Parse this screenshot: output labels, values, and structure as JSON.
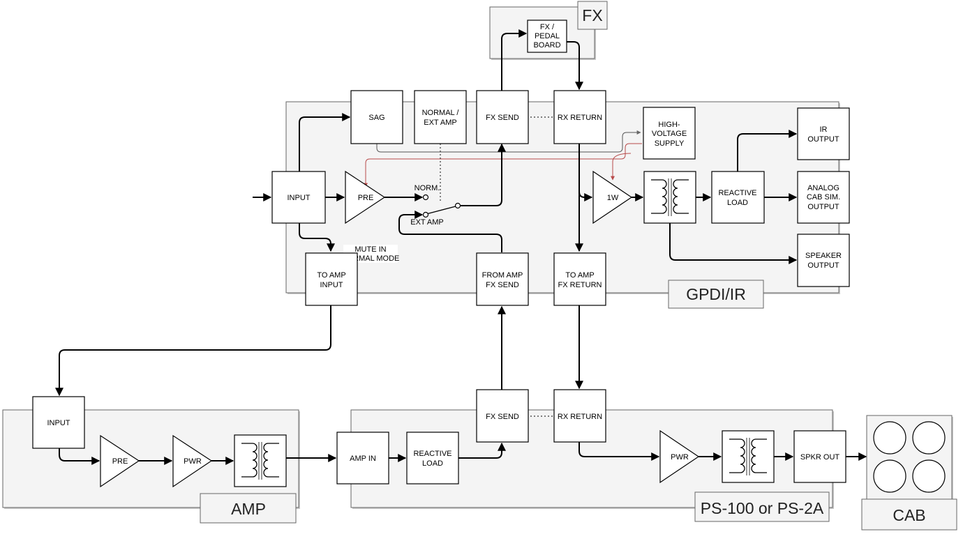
{
  "groups": {
    "fx": "FX",
    "gpdi": "GPDI/IR",
    "amp": "AMP",
    "ps": "PS-100 or PS-2A",
    "cab": "CAB"
  },
  "fx": {
    "pedal_board": [
      "FX /",
      "PEDAL",
      "BOARD"
    ]
  },
  "gpdi": {
    "sag": "SAG",
    "normal_ext": [
      "NORMAL /",
      "EXT AMP"
    ],
    "fx_send": "FX SEND",
    "rx_return": "RX RETURN",
    "hv_supply": [
      "HIGH-",
      "VOLTAGE",
      "SUPPLY"
    ],
    "ir_output": [
      "IR",
      "OUTPUT"
    ],
    "input": "INPUT",
    "pre": "PRE",
    "norm_label": "NORM.",
    "ext_amp_label": "EXT AMP",
    "one_w": "1W",
    "reactive_load": [
      "REACTIVE",
      "LOAD"
    ],
    "analog_cab": [
      "ANALOG",
      "CAB SIM.",
      "OUTPUT"
    ],
    "mute_note": [
      "MUTE IN",
      "NORMAL MODE"
    ],
    "to_amp_input": [
      "TO AMP",
      "INPUT"
    ],
    "from_amp_fx_send": [
      "FROM AMP",
      "FX SEND"
    ],
    "to_amp_fx_return": [
      "TO AMP",
      "FX RETURN"
    ],
    "speaker_output": [
      "SPEAKER",
      "OUTPUT"
    ]
  },
  "amp": {
    "input": "INPUT",
    "pre": "PRE",
    "pwr": "PWR"
  },
  "ps": {
    "amp_in": "AMP IN",
    "reactive_load": [
      "REACTIVE",
      "LOAD"
    ],
    "fx_send": "FX SEND",
    "rx_return": "RX RETURN",
    "pwr": "PWR",
    "spkr_out": "SPKR OUT"
  }
}
